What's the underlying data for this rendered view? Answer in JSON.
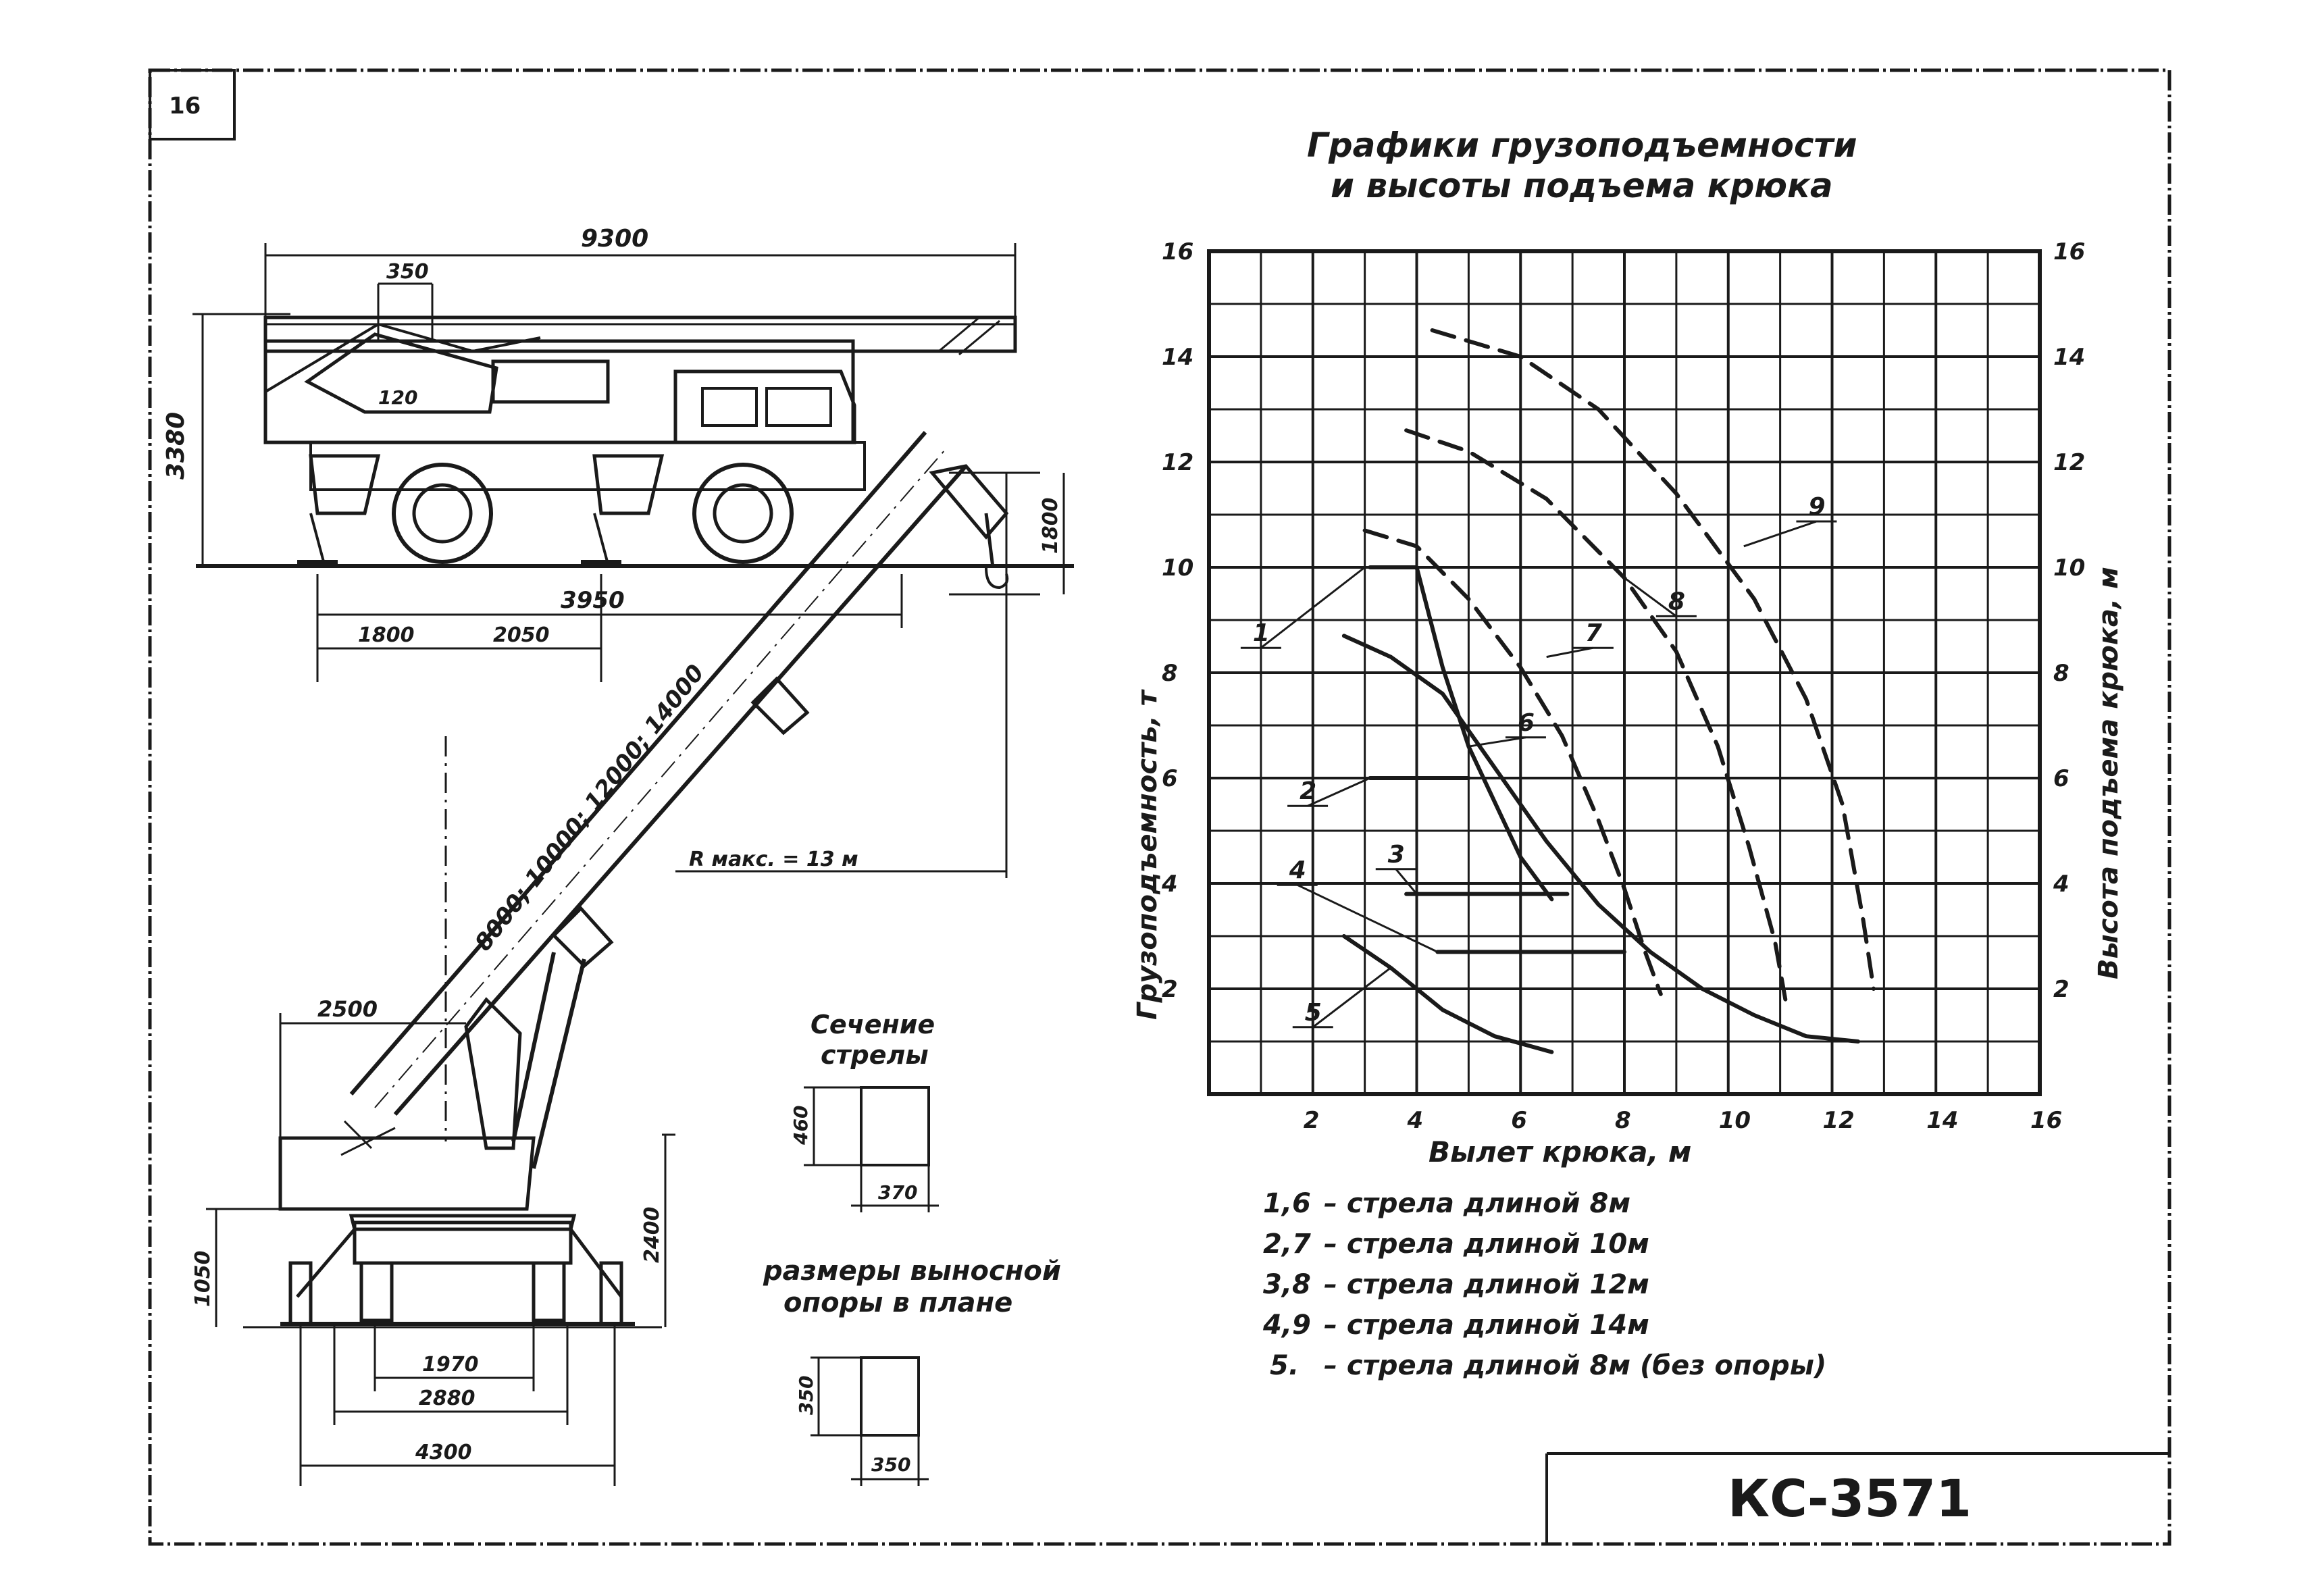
{
  "sheet": {
    "page_number": "16",
    "title_block": "КС-3571"
  },
  "crane_drawing": {
    "dim_overall_length": "9300",
    "dim_overall_height": "3380",
    "dim_cabin_offset": "350",
    "dim_pivot": "120",
    "dim_wheelbase": "3950",
    "dim_front_overhang": "1800",
    "dim_rear_part": "2050",
    "dim_hook_block": "1800",
    "boom_lengths": "8000; 10000; 12000; 14000",
    "max_reach": "R макс. = 13 м",
    "dim_tail_radius": "2500",
    "dim_platform_height": "2400",
    "dim_outrigger_height": "1050",
    "dim_track_inner": "1970",
    "dim_track_mid": "2880",
    "dim_track_outer": "4300"
  },
  "boom_section": {
    "title_line1": "Сечение",
    "title_line2": "стрелы",
    "height": "460",
    "width": "370"
  },
  "outrigger_pad": {
    "title_line1": "размеры выносной",
    "title_line2": "опоры в плане",
    "height": "350",
    "width": "350"
  },
  "chart_data": {
    "type": "line",
    "title_line1": "Графики грузоподъемности",
    "title_line2": "и высоты подъема крюка",
    "xlabel": "Вылет крюка, м",
    "ylabel": "Грузоподъемность, т",
    "y2label": "Высота подъема крюка, м",
    "xlim": [
      0,
      16
    ],
    "ylim": [
      0,
      16
    ],
    "x_ticks": [
      "2",
      "4",
      "6",
      "8",
      "10",
      "12",
      "14",
      "16"
    ],
    "y_ticks": [
      "2",
      "4",
      "6",
      "8",
      "10",
      "12",
      "14",
      "16"
    ],
    "grid": true,
    "series": [
      {
        "name": "1",
        "kind": "capacity",
        "style": "solid",
        "x": [
          3.1,
          4.0,
          4.5,
          5.0,
          6.0,
          6.6
        ],
        "y": [
          10,
          10,
          8.1,
          6.6,
          4.5,
          3.7
        ]
      },
      {
        "name": "2",
        "kind": "capacity",
        "style": "solid",
        "x": [
          3.1,
          5.0
        ],
        "y": [
          6,
          6
        ]
      },
      {
        "name": "3",
        "kind": "capacity",
        "style": "solid",
        "x": [
          3.8,
          6.9
        ],
        "y": [
          3.8,
          3.8
        ]
      },
      {
        "name": "4",
        "kind": "capacity",
        "style": "solid",
        "x": [
          4.4,
          8.0
        ],
        "y": [
          2.7,
          2.7
        ]
      },
      {
        "name": "5",
        "kind": "capacity",
        "style": "solid",
        "x": [
          2.6,
          3.5,
          4.5,
          5.5,
          6.6
        ],
        "y": [
          3.0,
          2.4,
          1.6,
          1.1,
          0.8
        ]
      },
      {
        "name": "6",
        "kind": "height",
        "style": "solid",
        "x": [
          2.6,
          3.5,
          4.5,
          5.5,
          6.5,
          7.5,
          8.5,
          9.5,
          10.5,
          11.5,
          12.5
        ],
        "y": [
          8.7,
          8.3,
          7.6,
          6.2,
          4.8,
          3.6,
          2.7,
          2.0,
          1.5,
          1.1,
          1.0
        ]
      },
      {
        "name": "7",
        "kind": "height",
        "style": "dashed",
        "x": [
          3.0,
          4.0,
          5.0,
          6.0,
          6.8,
          7.5,
          8.0,
          8.4,
          8.7
        ],
        "y": [
          10.7,
          10.4,
          9.4,
          8.1,
          6.8,
          5.2,
          3.9,
          2.7,
          1.9
        ]
      },
      {
        "name": "8",
        "kind": "height",
        "style": "dashed",
        "x": [
          3.8,
          5.0,
          6.5,
          8.0,
          9.0,
          9.8,
          10.4,
          10.9,
          11.1
        ],
        "y": [
          12.6,
          12.2,
          11.3,
          9.8,
          8.4,
          6.6,
          4.7,
          2.9,
          1.8
        ]
      },
      {
        "name": "9",
        "kind": "height",
        "style": "dashed",
        "x": [
          4.3,
          6.0,
          7.5,
          9.0,
          10.5,
          11.5,
          12.2,
          12.6,
          12.8
        ],
        "y": [
          14.5,
          14.0,
          13.0,
          11.4,
          9.4,
          7.5,
          5.5,
          3.3,
          2.0
        ]
      }
    ]
  },
  "legend": [
    {
      "key": "1,6",
      "text": "– стрела длиной  8м"
    },
    {
      "key": "2,7",
      "text": "– стрела длиной  10м"
    },
    {
      "key": "3,8",
      "text": "– стрела длиной  12м"
    },
    {
      "key": "4,9",
      "text": "– стрела длиной  14м"
    },
    {
      "key": "5.",
      "text": "– стрела длиной  8м (без опоры)"
    }
  ]
}
